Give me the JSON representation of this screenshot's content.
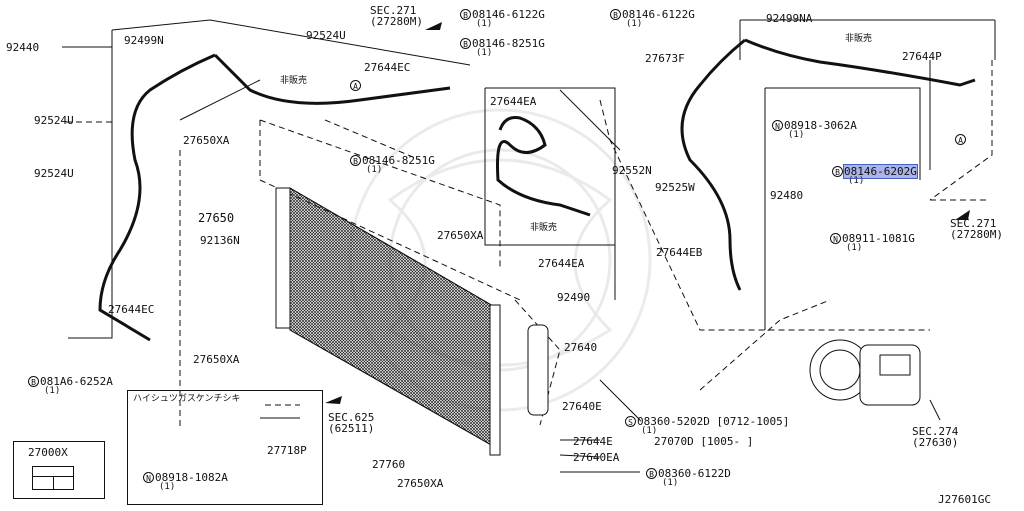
{
  "diagram": {
    "page_code": "J27601GC",
    "legend": {
      "title": "27000X"
    },
    "section_refs": [
      {
        "id": "sec271a",
        "line1": "SEC.271",
        "line2": "(27280M)"
      },
      {
        "id": "sec271b",
        "line1": "SEC.271",
        "line2": "(27280M)"
      },
      {
        "id": "sec625",
        "line1": "SEC.625",
        "line2": "(62511)"
      },
      {
        "id": "sec274",
        "line1": "SEC.274",
        "line2": "(27630)"
      }
    ],
    "not_for_sale": "非販売",
    "inset_title": "ハイシュツガスケンチシキ",
    "ref_mark": "A",
    "parts": {
      "p92440": "92440",
      "p92499N": "92499N",
      "p92524U_top": "92524U",
      "p92524U_l1": "92524U",
      "p92524U_l2": "92524U",
      "p27644EC_top": "27644EC",
      "p27644EC_bot": "27644EC",
      "p27650XA_1": "27650XA",
      "p27650XA_2": "27650XA",
      "p27650XA_3": "27650XA",
      "p27650XA_4": "27650XA",
      "p27650": "27650",
      "p92136N": "92136N",
      "p081A6": "081A6-6252A",
      "p27718P": "27718P",
      "p08918_1082A": "08918-1082A",
      "p27760": "27760",
      "p08146_6122G_a": "08146-6122G",
      "p08146_8251G_a": "08146-8251G",
      "p08146_8251G_b": "08146-8251G",
      "p27644EA_top": "27644EA",
      "p27644EA_bot": "27644EA",
      "p92490": "92490",
      "p27640": "27640",
      "p27640E": "27640E",
      "p27644E": "27644E",
      "p27640EA": "27640EA",
      "p08360_6122D": "08360-6122D",
      "p08360_5202D": "08360-5202D [0712-1005]",
      "p27070D": "27070D [1005-     ]",
      "p08146_6122G_b": "08146-6122G",
      "p27673F": "27673F",
      "p92552N": "92552N",
      "p92525W": "92525W",
      "p92499NA": "92499NA",
      "p27644P": "27644P",
      "p08918_3062A": "08918-3062A",
      "p08146_6202G": "08146-6202G",
      "p92480": "92480",
      "p27644EB": "27644EB",
      "p08911_1081G": "08911-1081G"
    },
    "qty": "(1)",
    "prefix_B": "B",
    "prefix_N": "N",
    "prefix_S": "S"
  }
}
